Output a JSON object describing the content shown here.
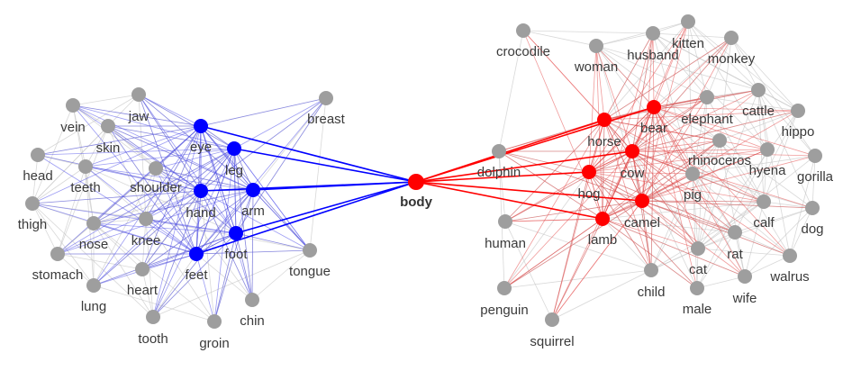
{
  "colors": {
    "hub": "#ff0000",
    "left_highlight": "#0000ff",
    "right_highlight": "#ff0000",
    "neutral": "#9e9e9e",
    "left_edge": "#4b4bea",
    "right_edge": "#e44848",
    "faint_edge": "#c8c8c8",
    "label": "#3a3a3a"
  },
  "hub": {
    "id": "body",
    "label": "body"
  },
  "nodes": [
    {
      "id": "breast",
      "label": "breast",
      "group": "left",
      "highlight": false
    },
    {
      "id": "jaw",
      "label": "jaw",
      "group": "left",
      "highlight": false
    },
    {
      "id": "vein",
      "label": "vein",
      "group": "left",
      "highlight": false
    },
    {
      "id": "skin",
      "label": "skin",
      "group": "left",
      "highlight": false
    },
    {
      "id": "eye",
      "label": "eye",
      "group": "left",
      "highlight": true
    },
    {
      "id": "leg",
      "label": "leg",
      "group": "left",
      "highlight": true
    },
    {
      "id": "head",
      "label": "head",
      "group": "left",
      "highlight": false
    },
    {
      "id": "teeth",
      "label": "teeth",
      "group": "left",
      "highlight": false
    },
    {
      "id": "shoulder",
      "label": "shoulder",
      "group": "left",
      "highlight": false
    },
    {
      "id": "hand",
      "label": "hand",
      "group": "left",
      "highlight": true
    },
    {
      "id": "arm",
      "label": "arm",
      "group": "left",
      "highlight": true
    },
    {
      "id": "thigh",
      "label": "thigh",
      "group": "left",
      "highlight": false
    },
    {
      "id": "nose",
      "label": "nose",
      "group": "left",
      "highlight": false
    },
    {
      "id": "knee",
      "label": "knee",
      "group": "left",
      "highlight": false
    },
    {
      "id": "foot",
      "label": "foot",
      "group": "left",
      "highlight": true
    },
    {
      "id": "tongue",
      "label": "tongue",
      "group": "left",
      "highlight": false
    },
    {
      "id": "stomach",
      "label": "stomach",
      "group": "left",
      "highlight": false
    },
    {
      "id": "heart",
      "label": "heart",
      "group": "left",
      "highlight": false
    },
    {
      "id": "feet",
      "label": "feet",
      "group": "left",
      "highlight": true
    },
    {
      "id": "lung",
      "label": "lung",
      "group": "left",
      "highlight": false
    },
    {
      "id": "chin",
      "label": "chin",
      "group": "left",
      "highlight": false
    },
    {
      "id": "tooth",
      "label": "tooth",
      "group": "left",
      "highlight": false
    },
    {
      "id": "groin",
      "label": "groin",
      "group": "left",
      "highlight": false
    },
    {
      "id": "crocodile",
      "label": "crocodile",
      "group": "right",
      "highlight": false
    },
    {
      "id": "woman",
      "label": "woman",
      "group": "right",
      "highlight": false
    },
    {
      "id": "husband",
      "label": "husband",
      "group": "right",
      "highlight": false
    },
    {
      "id": "kitten",
      "label": "kitten",
      "group": "right",
      "highlight": false
    },
    {
      "id": "monkey",
      "label": "monkey",
      "group": "right",
      "highlight": false
    },
    {
      "id": "horse",
      "label": "horse",
      "group": "right",
      "highlight": true
    },
    {
      "id": "bear",
      "label": "bear",
      "group": "right",
      "highlight": true
    },
    {
      "id": "elephant",
      "label": "elephant",
      "group": "right",
      "highlight": false
    },
    {
      "id": "cattle",
      "label": "cattle",
      "group": "right",
      "highlight": false
    },
    {
      "id": "hippo",
      "label": "hippo",
      "group": "right",
      "highlight": false
    },
    {
      "id": "dolphin",
      "label": "dolphin",
      "group": "right",
      "highlight": false
    },
    {
      "id": "cow",
      "label": "cow",
      "group": "right",
      "highlight": true
    },
    {
      "id": "rhinoceros",
      "label": "rhinoceros",
      "group": "right",
      "highlight": false
    },
    {
      "id": "hyena",
      "label": "hyena",
      "group": "right",
      "highlight": false
    },
    {
      "id": "gorilla",
      "label": "gorilla",
      "group": "right",
      "highlight": false
    },
    {
      "id": "hog",
      "label": "hog",
      "group": "right",
      "highlight": true
    },
    {
      "id": "pig",
      "label": "pig",
      "group": "right",
      "highlight": false
    },
    {
      "id": "camel",
      "label": "camel",
      "group": "right",
      "highlight": true
    },
    {
      "id": "calf",
      "label": "calf",
      "group": "right",
      "highlight": false
    },
    {
      "id": "dog",
      "label": "dog",
      "group": "right",
      "highlight": false
    },
    {
      "id": "human",
      "label": "human",
      "group": "right",
      "highlight": false
    },
    {
      "id": "lamb",
      "label": "lamb",
      "group": "right",
      "highlight": true
    },
    {
      "id": "rat",
      "label": "rat",
      "group": "right",
      "highlight": false
    },
    {
      "id": "cat",
      "label": "cat",
      "group": "right",
      "highlight": false
    },
    {
      "id": "walrus",
      "label": "walrus",
      "group": "right",
      "highlight": false
    },
    {
      "id": "child",
      "label": "child",
      "group": "right",
      "highlight": false
    },
    {
      "id": "wife",
      "label": "wife",
      "group": "right",
      "highlight": false
    },
    {
      "id": "male",
      "label": "male",
      "group": "right",
      "highlight": false
    },
    {
      "id": "penguin",
      "label": "penguin",
      "group": "right",
      "highlight": false
    },
    {
      "id": "squirrel",
      "label": "squirrel",
      "group": "right",
      "highlight": false
    }
  ]
}
